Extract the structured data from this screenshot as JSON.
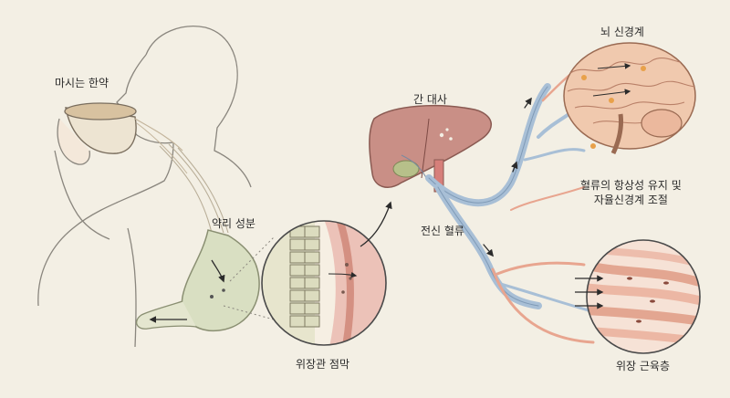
{
  "labels": {
    "herbal_tea": "마시는 한약",
    "drug_components": "약리 성분",
    "gi_mucosa": "위장관 점막",
    "liver_metabolism": "간 대사",
    "systemic_circulation": "전신 혈류",
    "brain_nervous": "뇌 신경계",
    "homeostasis_line1": "혈류의 항상성 유지 및",
    "homeostasis_line2": "자율신경계 조절",
    "gi_muscle": "위장 근육층"
  },
  "colors": {
    "background": "#f3efe4",
    "outline": "#6e6a63",
    "stomach": "#d9dfc2",
    "liver": "#c98f86",
    "vein": "#a8bfd6",
    "artery": "#e8a58f",
    "muscle": "#eab9a3",
    "brain": "#f0c9ae"
  }
}
